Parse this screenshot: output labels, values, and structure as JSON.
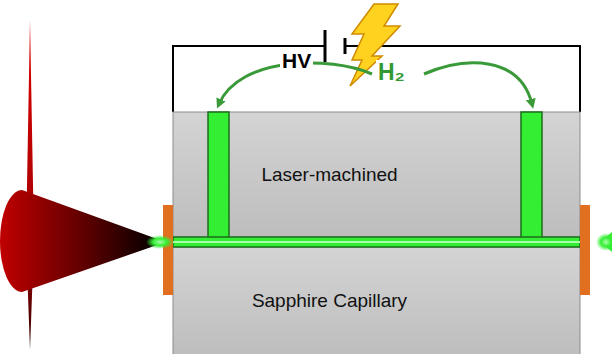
{
  "diagram": {
    "nodes": [
      {
        "text": [
          "Laser-machined"
        ]
      },
      {
        "text": [
          "Sapphire Capillary"
        ]
      }
    ],
    "labels": [
      "HV",
      "H₂"
    ]
  }
}
